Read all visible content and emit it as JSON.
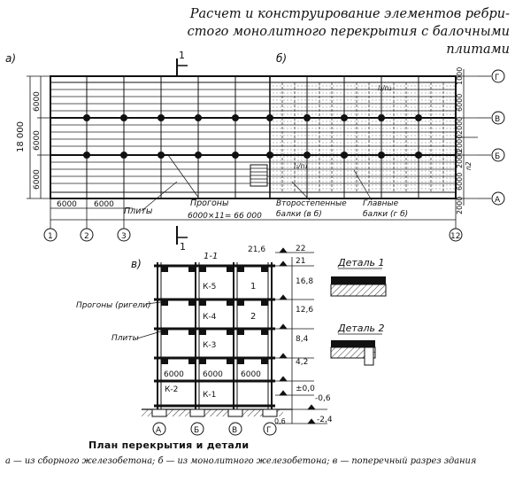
{
  "header": {
    "line1": "Расчет и конструирование элементов ребри-",
    "line2": "стого монолитного перекрытия с балочными плитами"
  },
  "plan": {
    "label_a": "а)",
    "label_b": "б)",
    "section_mark_top": "1",
    "section_mark_bottom": "1",
    "total_height": "18 000",
    "left_dims": [
      "6000",
      "6000",
      "6000"
    ],
    "bottom_dims": [
      "6000",
      "6000"
    ],
    "total_length": "6000×11= 66 000",
    "label_slabs": "Плиты",
    "label_girders": "Прогоны",
    "label_secondary": "Второстепенные",
    "label_secondary2": "балки (в б)",
    "label_main": "Главные",
    "label_main2": "балки (г б)",
    "axes_bottom": [
      "1",
      "2",
      "3",
      "12"
    ],
    "axes_right": [
      "Г",
      "В",
      "Б",
      "А"
    ],
    "right_dims": [
      "1000",
      "6000",
      "2000",
      "2000",
      "2000",
      "6000",
      "2000"
    ],
    "n2_label": "n2",
    "top_annot": "l₂/n₂",
    "mid_annot": "l₁/n₁"
  },
  "section": {
    "label_v": "в)",
    "title": "1-1",
    "elevations": [
      "22",
      "21",
      "16,8",
      "12,6",
      "8,4",
      "4,2",
      "±0,0",
      "-0,6",
      "-2,4"
    ],
    "top_dim": "21,6",
    "rooms_k": [
      "К-5",
      "К-4",
      "К-3",
      "К-2",
      "К-1"
    ],
    "rooms_n": [
      "1",
      "2"
    ],
    "spans": [
      "6000",
      "6000",
      "6000"
    ],
    "axes": [
      "А",
      "Б",
      "В",
      "Г"
    ],
    "label_girders": "Прогоны (ригели)",
    "label_slabs": "Плиты",
    "foot_dim": "0,6"
  },
  "details": {
    "detail1": "Деталь 1",
    "detail2": "Деталь 2"
  },
  "caption": {
    "title": "План перекрытия и детали",
    "text": "а — из сборного железобетона; б — из монолитного железобетона; в — поперечный разрез здания"
  }
}
